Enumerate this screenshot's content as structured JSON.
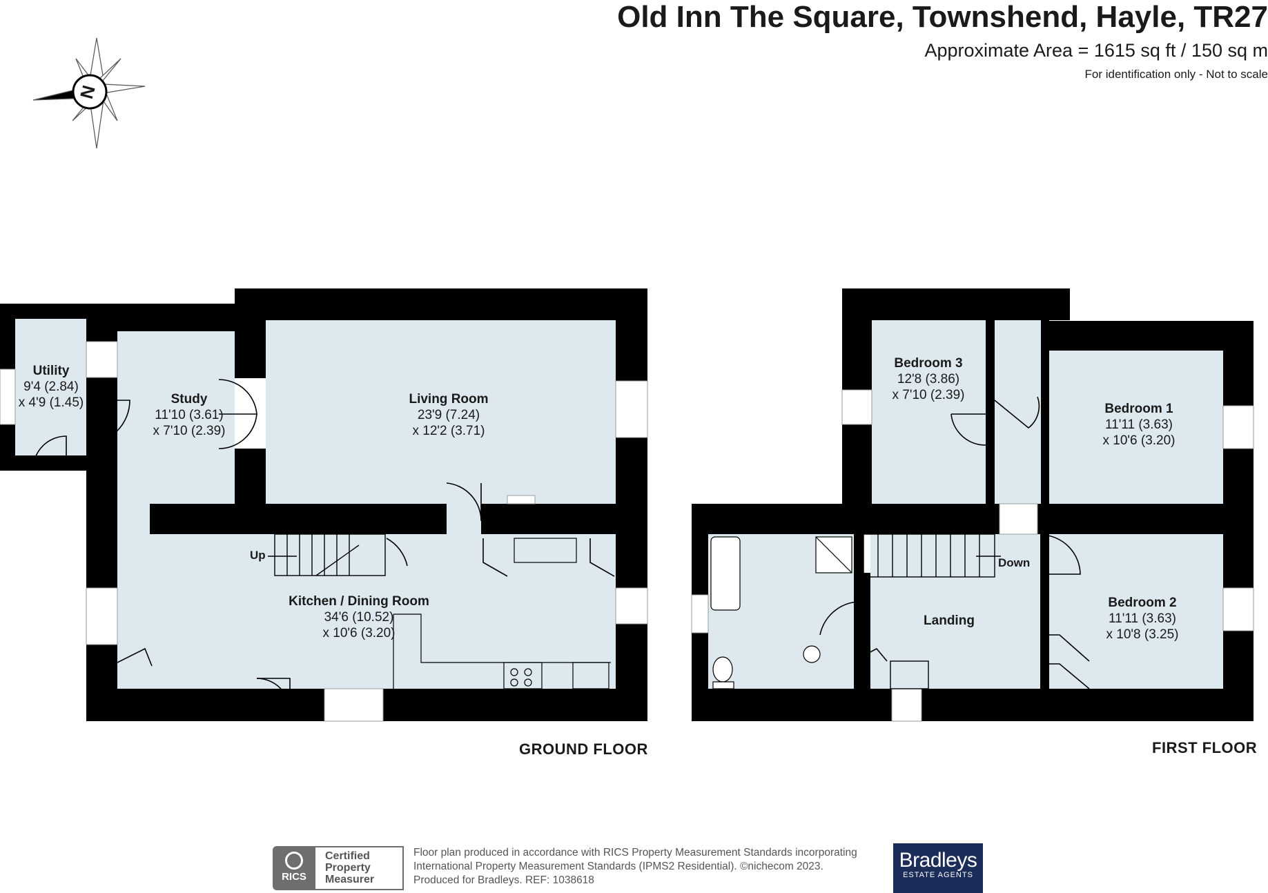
{
  "header": {
    "title": "Old Inn The Square, Townshend, Hayle, TR27",
    "area": "Approximate Area = 1615 sq ft / 150 sq m",
    "note": "For identification only - Not to scale"
  },
  "compass": {
    "label": "N"
  },
  "ground_floor": {
    "label": "GROUND FLOOR",
    "rooms": [
      {
        "name": "Utility",
        "dim1": "9'4 (2.84)",
        "dim2": "x 4'9 (1.45)"
      },
      {
        "name": "Study",
        "dim1": "11'10 (3.61)",
        "dim2": "x 7'10 (2.39)"
      },
      {
        "name": "Living Room",
        "dim1": "23'9 (7.24)",
        "dim2": "x 12'2 (3.71)"
      },
      {
        "name": "Kitchen / Dining Room",
        "dim1": "34'6 (10.52)",
        "dim2": "x 10'6 (3.20)"
      }
    ],
    "stairs_label": "Up"
  },
  "first_floor": {
    "label": "FIRST FLOOR",
    "rooms": [
      {
        "name": "Bedroom 3",
        "dim1": "12'8 (3.86)",
        "dim2": "x 7'10 (2.39)"
      },
      {
        "name": "Bedroom 1",
        "dim1": "11'11 (3.63)",
        "dim2": "x 10'6 (3.20)"
      },
      {
        "name": "Bedroom 2",
        "dim1": "11'11 (3.63)",
        "dim2": "x 10'8 (3.25)"
      },
      {
        "name": "Landing"
      }
    ],
    "stairs_label": "Down"
  },
  "footer": {
    "rics_mark": "RICS",
    "rics_badge": [
      "Certified",
      "Property",
      "Measurer"
    ],
    "line1": "Floor plan produced in accordance with RICS Property Measurement Standards incorporating",
    "line2": "International Property Measurement Standards (IPMS2 Residential).   ©nichecom 2023.",
    "line3": "Produced for Bradleys.     REF:  1038618",
    "brand_name": "Bradleys",
    "brand_sub": "ESTATE AGENTS"
  },
  "colors": {
    "wall": "#000000",
    "room_fill": "#dde9ee",
    "brand": "#1c2d5a",
    "badge_grey": "#6e6e6e"
  }
}
